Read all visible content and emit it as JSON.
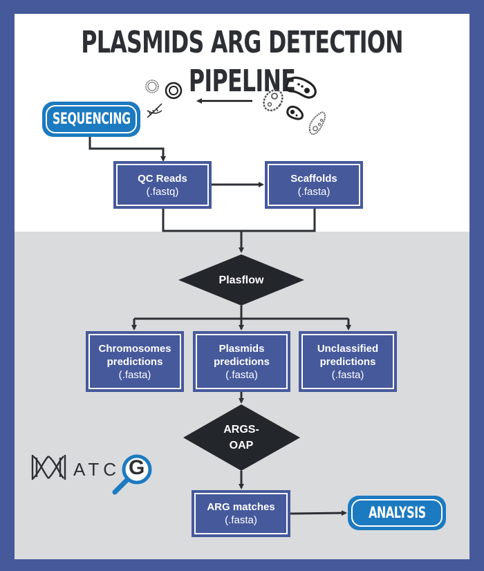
{
  "title": "PLASMIDS ARG DETECTION PIPELINE",
  "colors": {
    "frame": "#46599b",
    "top_panel": "#ffffff",
    "bottom_panel": "#dadbdd",
    "process_box": "#46599b",
    "terminal_pill": "#1c7ac0",
    "decision_diamond": "#23262a",
    "connector": "#2c2f33"
  },
  "terminals": {
    "start": {
      "label": "SEQUENCING"
    },
    "end": {
      "label": "ANALYSIS"
    }
  },
  "illustrations": {
    "source": {
      "icon": "microorganisms-icon"
    },
    "extracted": {
      "icons": [
        "plasmid-ring-icon",
        "plasmid-ring-bold-icon",
        "dna-helix-icon"
      ]
    }
  },
  "nodes": {
    "qc_reads": {
      "title": "QC Reads",
      "subtitle": "(.fastq)"
    },
    "scaffolds": {
      "title": "Scaffolds",
      "subtitle": "(.fasta)"
    },
    "plasflow": {
      "label": "Plasflow"
    },
    "chromosomes": {
      "title_line1": "Chromosomes",
      "title_line2": "predictions",
      "subtitle": "(.fasta)"
    },
    "plasmids": {
      "title_line1": "Plasmids",
      "title_line2": "predictions",
      "subtitle": "(.fasta)"
    },
    "unclassified": {
      "title_line1": "Unclassified",
      "title_line2": "predictions",
      "subtitle": "(.fasta)"
    },
    "args_oap": {
      "line1": "ARGS-",
      "line2": "OAP"
    },
    "arg_matches": {
      "title": "ARG matches",
      "subtitle": "(.fasta)"
    }
  },
  "logo": {
    "text": "ATC",
    "highlight_letter": "G"
  }
}
